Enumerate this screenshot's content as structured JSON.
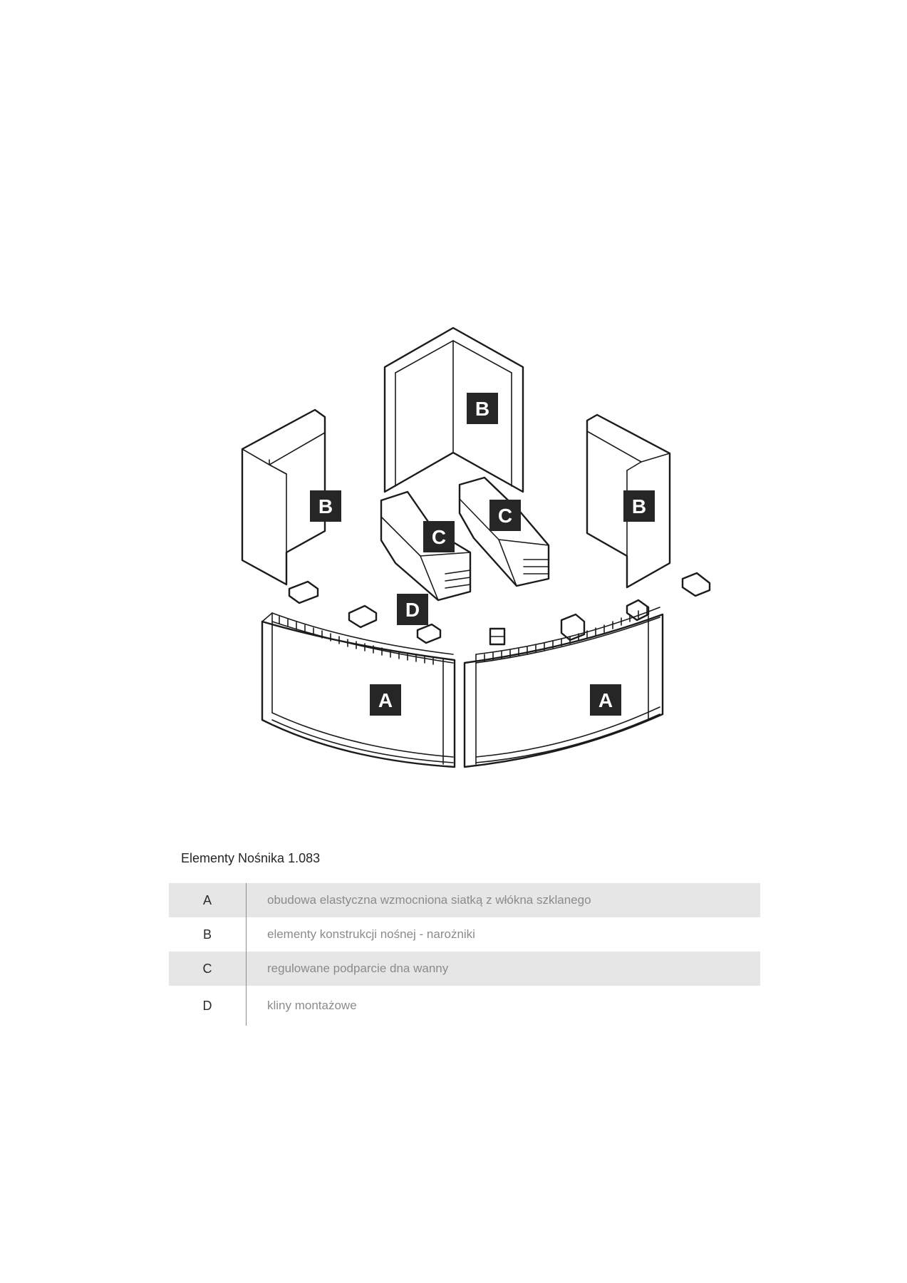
{
  "diagram": {
    "labels": {
      "a_left": "A",
      "a_right": "A",
      "b_left": "B",
      "b_center": "B",
      "b_right": "B",
      "c_left": "C",
      "c_right": "C",
      "d": "D"
    }
  },
  "legend": {
    "title": "Elementy Nośnika 1.083",
    "rows": [
      {
        "key": "A",
        "description": "obudowa elastyczna wzmocniona siatką z włókna szklanego"
      },
      {
        "key": "B",
        "description": "elementy konstrukcji nośnej - narożniki"
      },
      {
        "key": "C",
        "description": "regulowane podparcie dna wanny"
      },
      {
        "key": "D",
        "description": "kliny montażowe"
      }
    ]
  },
  "colors": {
    "label_background": "#262626",
    "row_shade": "#e6e6e6",
    "description_text": "#8b8b8b"
  }
}
